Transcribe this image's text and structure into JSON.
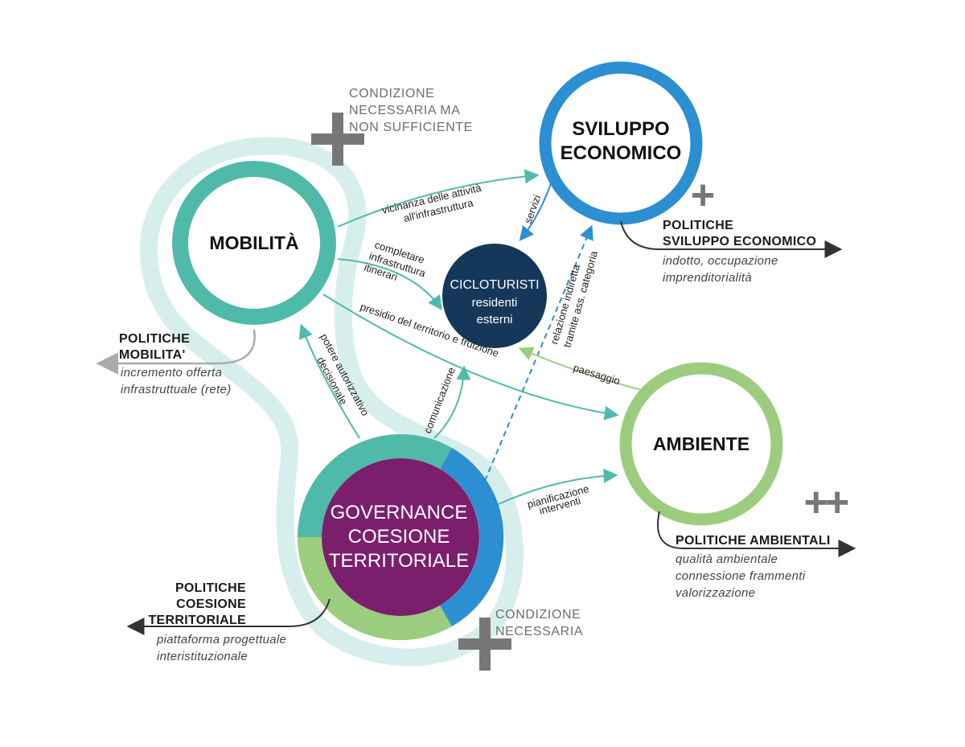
{
  "colors": {
    "mobility": "#4fbaa9",
    "economy": "#2b8fd1",
    "environment": "#9ccd7f",
    "cyclists": "#15385a",
    "governance": "#7b1f6d",
    "halo": "#d7efec",
    "plus": "#777777",
    "dark_arrow": "#333333",
    "gray_arrow": "#aaaaaa"
  },
  "nodes": {
    "mobilita": "MOBILITÀ",
    "sviluppo": [
      "SVILUPPO",
      "ECONOMICO"
    ],
    "ambiente": "AMBIENTE",
    "cicloturisti": [
      "CICLOTURISTI",
      "residenti",
      "esterni"
    ],
    "governance": [
      "GOVERNANCE",
      "COESIONE",
      "TERRITORIALE"
    ]
  },
  "connections": {
    "vicinanza": [
      "vicinanza delle attività",
      "all'infrastruttura"
    ],
    "completare": [
      "completare",
      "infrastruttura",
      "itinerari"
    ],
    "presidio": "presidio del territorio e fruizione",
    "servizi": "servizi",
    "relazione": [
      "relazione indiretta",
      "tramite ass. categoria"
    ],
    "paesaggio": "paesaggio",
    "potere": [
      "potere autorizzativo",
      "decisionale"
    ],
    "comunicazione": "comunicazione",
    "pianificazione": [
      "pianificazione",
      "interventi"
    ]
  },
  "conditions": {
    "top": [
      "CONDIZIONE",
      "NECESSARIA MA",
      "NON SUFFICIENTE"
    ],
    "bottom": [
      "CONDIZIONE",
      "NECESSARIA"
    ]
  },
  "plus_marks": {
    "economy": "+",
    "environment": "++"
  },
  "policies": {
    "mobilita": {
      "title": [
        "POLITICHE",
        "MOBILITA'"
      ],
      "desc": [
        "incremento offerta",
        "infrastruttuale (rete)"
      ]
    },
    "sviluppo": {
      "title": [
        "POLITICHE",
        "SVILUPPO ECONOMICO"
      ],
      "desc": [
        "indotto, occupazione",
        "imprenditorialità"
      ]
    },
    "ambiente": {
      "title": [
        "POLITICHE AMBIENTALI"
      ],
      "desc": [
        "qualità ambientale",
        "connessione frammenti",
        "valorizzazione"
      ]
    },
    "coesione": {
      "title": [
        "POLITICHE",
        "COESIONE",
        "TERRITORIALE"
      ],
      "desc": [
        "piattaforma progettuale",
        "interistituzionale"
      ]
    }
  }
}
